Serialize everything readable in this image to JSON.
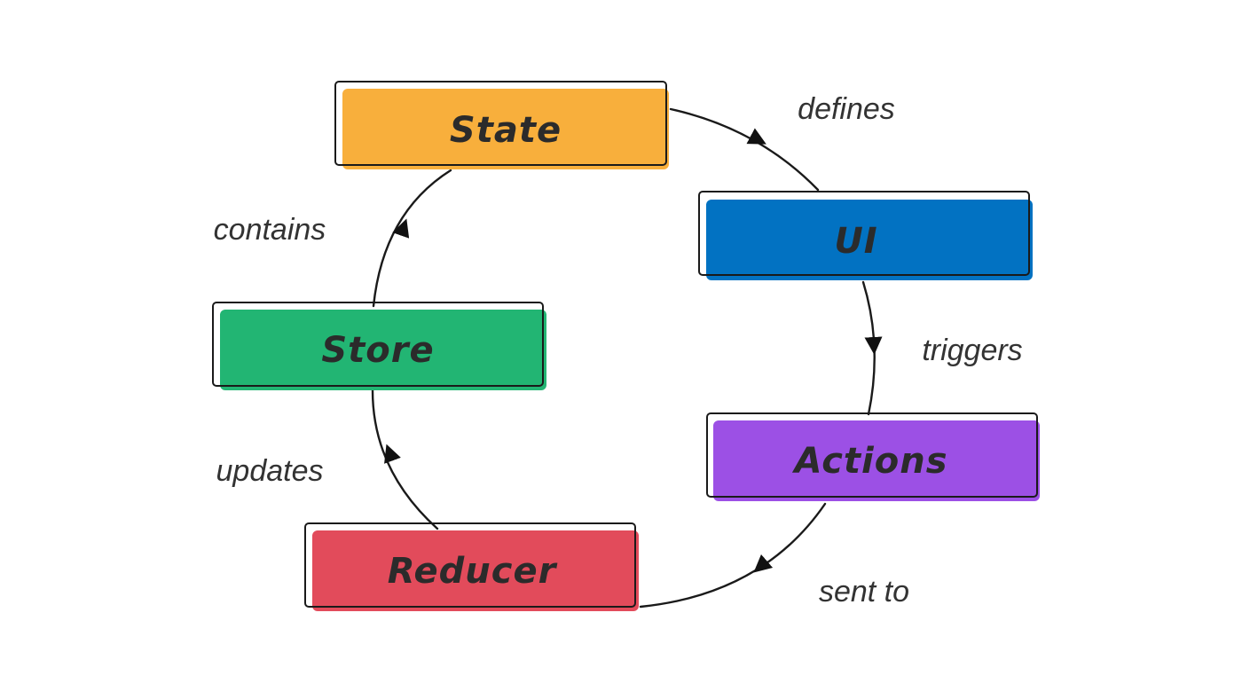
{
  "nodes": [
    {
      "id": "state",
      "label": "State",
      "color": "#f8af3c"
    },
    {
      "id": "ui",
      "label": "UI",
      "color": "#0272c2"
    },
    {
      "id": "actions",
      "label": "Actions",
      "color": "#9c50e5"
    },
    {
      "id": "reducer",
      "label": "Reducer",
      "color": "#e24b5b"
    },
    {
      "id": "store",
      "label": "Store",
      "color": "#22b573"
    }
  ],
  "edges": [
    {
      "from": "state",
      "to": "ui",
      "label": "defines"
    },
    {
      "from": "ui",
      "to": "actions",
      "label": "triggers"
    },
    {
      "from": "actions",
      "to": "reducer",
      "label": "sent to"
    },
    {
      "from": "reducer",
      "to": "store",
      "label": "updates"
    },
    {
      "from": "store",
      "to": "state",
      "label": "contains"
    }
  ]
}
